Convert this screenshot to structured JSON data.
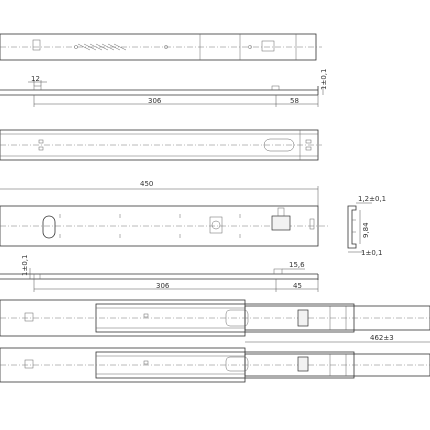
{
  "dimensions": {
    "d12": "12",
    "d306_top": "306",
    "d58": "58",
    "d1pm01_top": "1±0,1",
    "d450": "450",
    "d1_2pm01": "1,2±0,1",
    "d9_84": "9,84",
    "d1pm01_side": "1±0,1",
    "d1pm01_mid": "1±0,1",
    "d15_6": "15,6",
    "d306_mid": "306",
    "d45": "45",
    "d462pm3": "462±3"
  }
}
